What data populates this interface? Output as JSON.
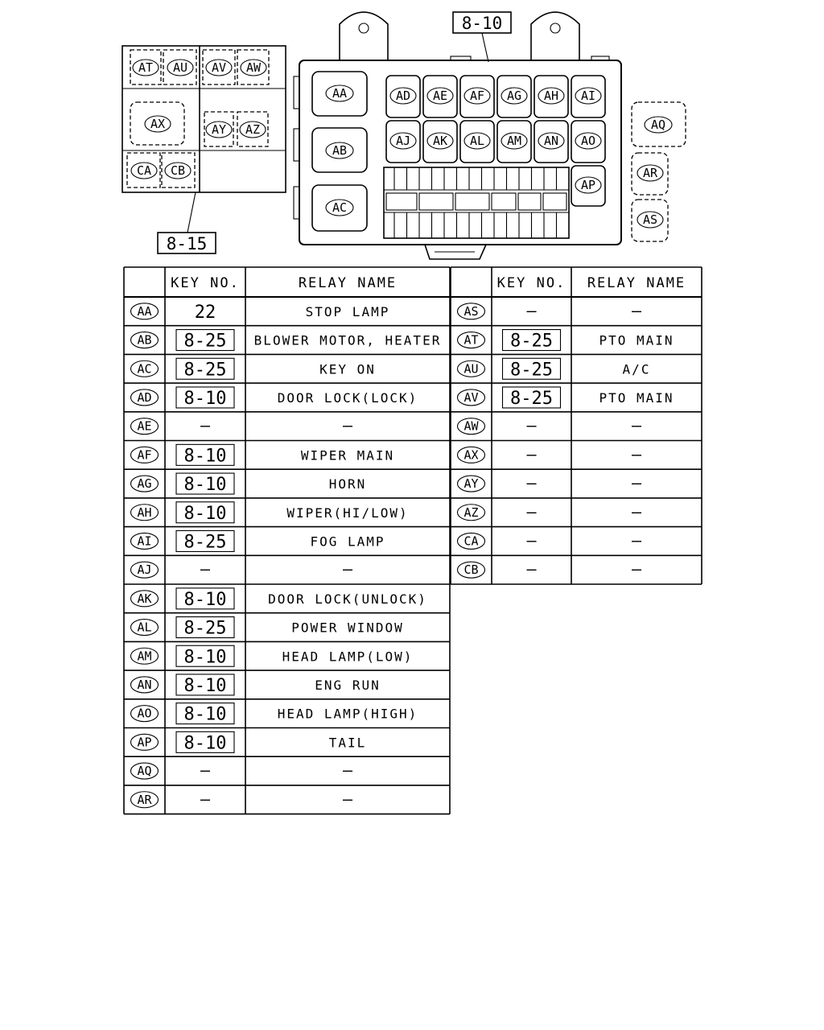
{
  "callouts": {
    "main_box": "8-10",
    "sub_box": "8-15"
  },
  "sub_box_relays": [
    "AT",
    "AU",
    "AV",
    "AW",
    "AX",
    "AY",
    "AZ",
    "CA",
    "CB"
  ],
  "main_box_relays": [
    "AA",
    "AB",
    "AC",
    "AD",
    "AE",
    "AF",
    "AG",
    "AH",
    "AI",
    "AJ",
    "AK",
    "AL",
    "AM",
    "AN",
    "AO",
    "AP"
  ],
  "external_relays": [
    "AQ",
    "AR",
    "AS"
  ],
  "table": {
    "headers": {
      "key_no": "KEY NO.",
      "relay_name": "RELAY NAME"
    },
    "left_rows": [
      {
        "id": "AA",
        "key": "22",
        "name": "STOP LAMP"
      },
      {
        "id": "AB",
        "key": "8-25",
        "name": "BLOWER MOTOR, HEATER"
      },
      {
        "id": "AC",
        "key": "8-25",
        "name": "KEY ON"
      },
      {
        "id": "AD",
        "key": "8-10",
        "name": "DOOR LOCK(LOCK)"
      },
      {
        "id": "AE",
        "key": "—",
        "name": "—"
      },
      {
        "id": "AF",
        "key": "8-10",
        "name": "WIPER MAIN"
      },
      {
        "id": "AG",
        "key": "8-10",
        "name": "HORN"
      },
      {
        "id": "AH",
        "key": "8-10",
        "name": "WIPER(HI/LOW)"
      },
      {
        "id": "AI",
        "key": "8-25",
        "name": "FOG LAMP"
      },
      {
        "id": "AJ",
        "key": "—",
        "name": "—"
      },
      {
        "id": "AK",
        "key": "8-10",
        "name": "DOOR LOCK(UNLOCK)"
      },
      {
        "id": "AL",
        "key": "8-25",
        "name": "POWER WINDOW"
      },
      {
        "id": "AM",
        "key": "8-10",
        "name": "HEAD LAMP(LOW)"
      },
      {
        "id": "AN",
        "key": "8-10",
        "name": "ENG RUN"
      },
      {
        "id": "AO",
        "key": "8-10",
        "name": "HEAD LAMP(HIGH)"
      },
      {
        "id": "AP",
        "key": "8-10",
        "name": "TAIL"
      },
      {
        "id": "AQ",
        "key": "—",
        "name": "—"
      },
      {
        "id": "AR",
        "key": "—",
        "name": "—"
      }
    ],
    "right_rows": [
      {
        "id": "AS",
        "key": "—",
        "name": "—"
      },
      {
        "id": "AT",
        "key": "8-25",
        "name": "PTO MAIN"
      },
      {
        "id": "AU",
        "key": "8-25",
        "name": "A/C"
      },
      {
        "id": "AV",
        "key": "8-25",
        "name": "PTO MAIN"
      },
      {
        "id": "AW",
        "key": "—",
        "name": "—"
      },
      {
        "id": "AX",
        "key": "—",
        "name": "—"
      },
      {
        "id": "AY",
        "key": "—",
        "name": "—"
      },
      {
        "id": "AZ",
        "key": "—",
        "name": "—"
      },
      {
        "id": "CA",
        "key": "—",
        "name": "—"
      },
      {
        "id": "CB",
        "key": "—",
        "name": "—"
      }
    ]
  }
}
